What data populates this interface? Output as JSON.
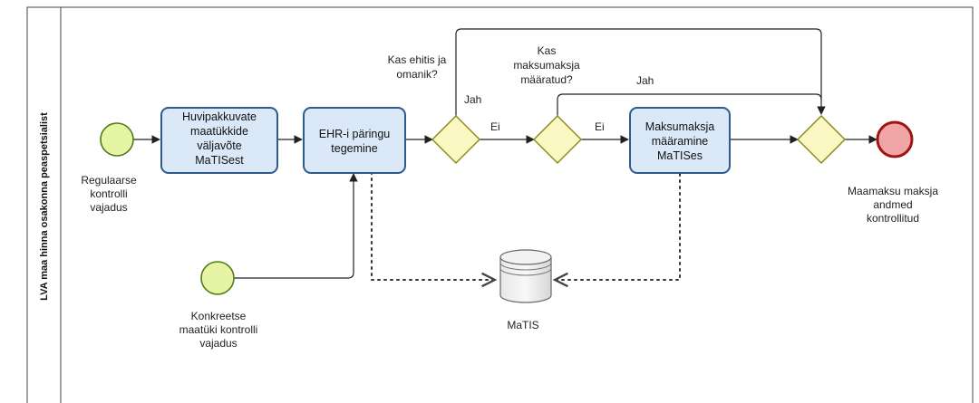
{
  "lane": {
    "title": "LVA  maa hinna osakonna peaspetsialist"
  },
  "events": {
    "start_regular": [
      "Regulaarse",
      "kontrolli",
      "vajadus"
    ],
    "start_specific": [
      "Konkreetse",
      "maatüki kontrolli",
      "vajadus"
    ],
    "end": [
      "Maamaksu maksja",
      "andmed",
      "kontrollitud"
    ]
  },
  "tasks": {
    "extract": [
      "Huvipakkuvate",
      "maatükkide",
      "väljavõte",
      "MaTISest"
    ],
    "query": [
      "EHR-i päringu",
      "tegemine"
    ],
    "assign": [
      "Maksumaksja",
      "määramine",
      "MaTISes"
    ]
  },
  "gateways": {
    "owner_question": [
      "Kas ehitis ja",
      "omanik?"
    ],
    "payer_question": [
      "Kas",
      "maksumaksja",
      "määratud?"
    ]
  },
  "flows": {
    "g1_yes": "Jah",
    "g1_no": "Ei",
    "g2_yes": "Jah",
    "g2_no": "Ei"
  },
  "datastore": {
    "label": "MaTIS"
  },
  "colors": {
    "start_fill": "#e6f5a3",
    "start_stroke": "#4f7a1e",
    "end_fill": "#f0a6a6",
    "end_stroke": "#a01414",
    "task_fill": "#dbe8f7",
    "task_stroke": "#2f5a8c",
    "gateway_fill": "#fbf8c4",
    "gateway_stroke": "#8a8a1e"
  }
}
